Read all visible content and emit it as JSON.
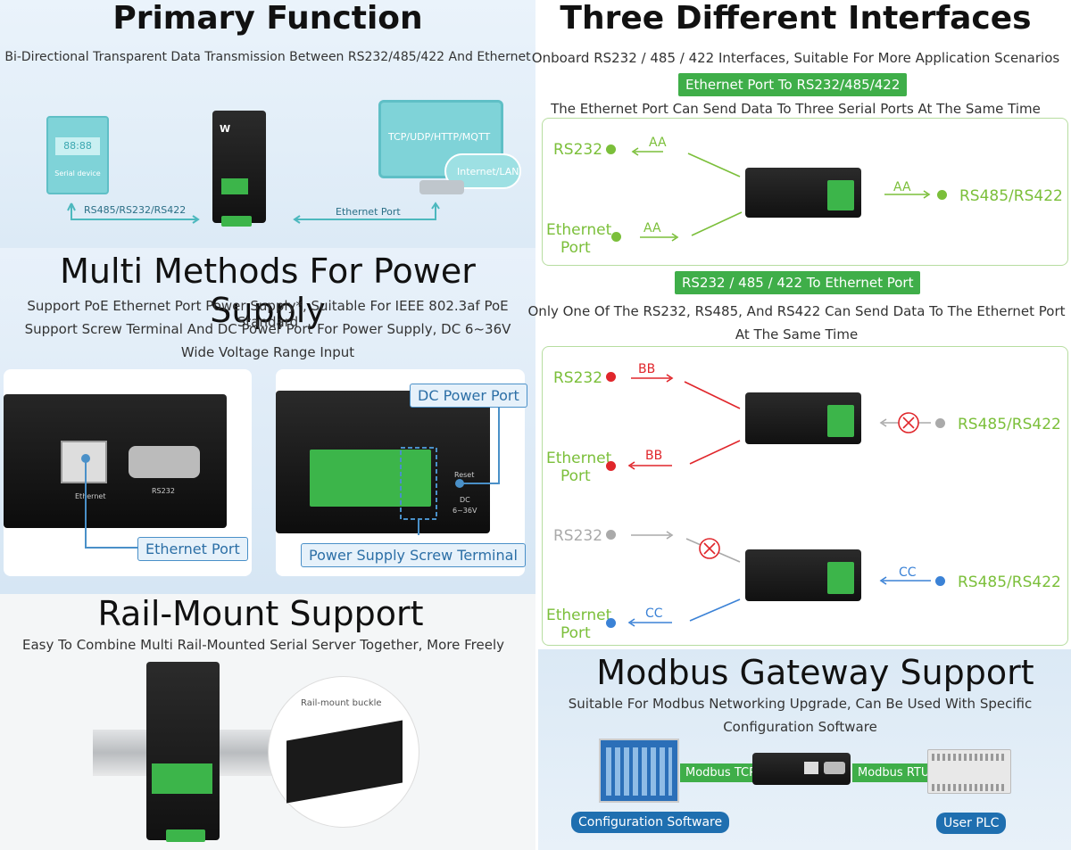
{
  "primary": {
    "title": "Primary Function",
    "subtitle": "Bi-Directional Transparent Data Transmission Between RS232/485/422 And Ethernet",
    "serial_screen": "88:88",
    "serial_label": "Serial device",
    "cloud_protocols": "TCP/UDP/HTTP/MQTT",
    "cloud_label": "Internet/LAN",
    "arrow_left_label": "RS485/RS232/RS422",
    "arrow_right_label": "Ethernet Port"
  },
  "power": {
    "title": "Multi Methods For Power Supply",
    "line1": "Support PoE Ethernet Port Power Supply*, Suitable For IEEE 802.3af PoE Standard",
    "line2": "Support Screw Terminal And DC Power Port For Power Supply, DC 6~36V",
    "line3": "Wide Voltage Range Input",
    "ethernet_callout": "Ethernet Port",
    "dc_callout": "DC Power Port",
    "screw_callout": "Power Supply Screw Terminal",
    "port_eth": "Ethernet",
    "port_rs232": "RS232",
    "port_dc": "DC",
    "port_voltage": "6~36V",
    "port_reset": "Reset"
  },
  "rail": {
    "title": "Rail-Mount Support",
    "subtitle": "Easy To Combine Multi Rail-Mounted Serial Server Together, More Freely",
    "buckle_label": "Rail-mount buckle"
  },
  "interfaces": {
    "title": "Three Different Interfaces",
    "subtitle": "Onboard RS232 / 485 / 422 Interfaces, Suitable For More Application Scenarios",
    "tag1": "Ethernet Port To RS232/485/422",
    "desc1": "The Ethernet Port Can Send Data To Three Serial Ports At The Same Time",
    "tag2": "RS232 / 485 / 422 To Ethernet Port",
    "desc2a": "Only One Of The RS232, RS485, And RS422 Can Send Data To The Ethernet Port",
    "desc2b": "At The Same Time",
    "rs232": "RS232",
    "ethernet_port_1": "Ethernet",
    "ethernet_port_2": "Port",
    "rs485_422": "RS485/RS422",
    "aa": "AA",
    "bb": "BB",
    "cc": "CC"
  },
  "modbus": {
    "title": "Modbus Gateway Support",
    "line1": "Suitable For Modbus Networking Upgrade, Can Be Used With Specific",
    "line2": "Configuration Software",
    "tcp": "Modbus TCP",
    "rtu": "Modbus RTU",
    "config_sw": "Configuration Software",
    "plc": "User PLC"
  },
  "colors": {
    "green": "#7bbf3a",
    "red": "#e0262b",
    "blue": "#3b82d6",
    "gray": "#aaaaaa",
    "callout_blue": "#4a90c8"
  }
}
